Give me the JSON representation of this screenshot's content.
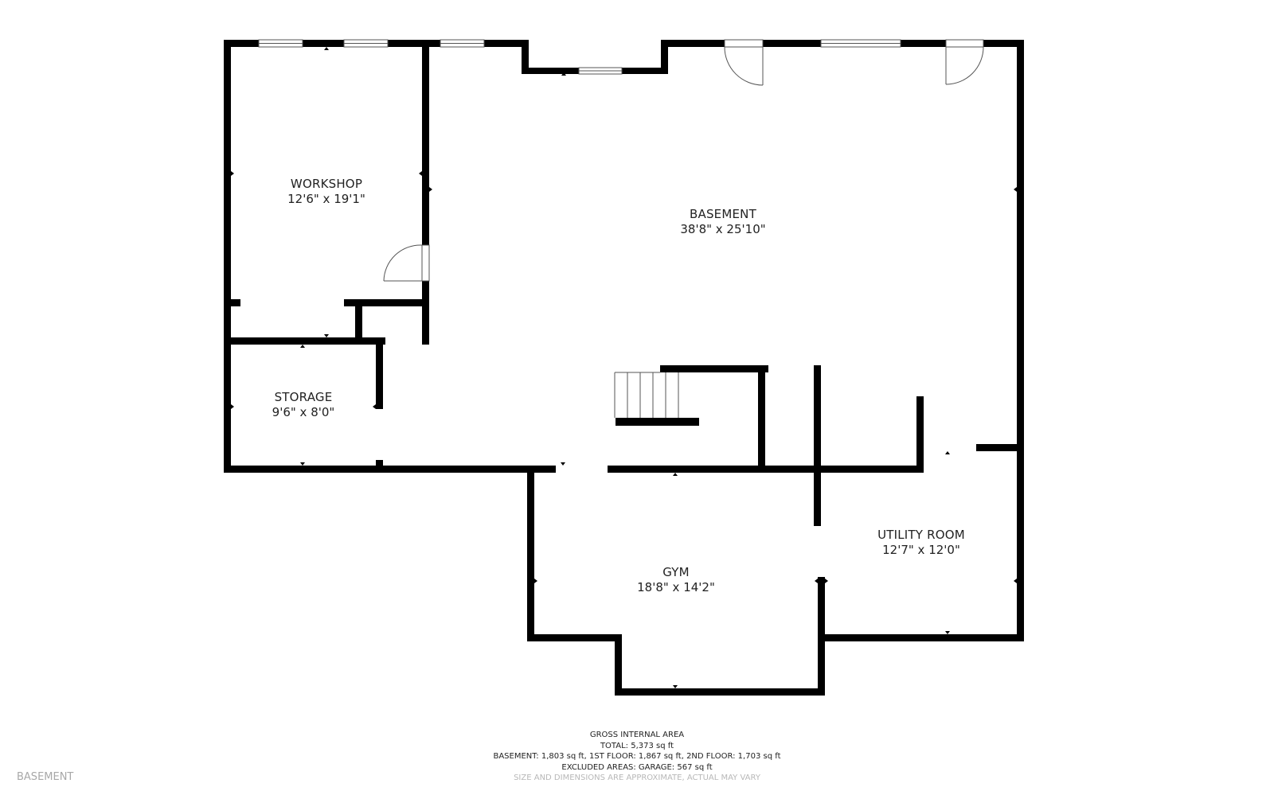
{
  "floor_name": "BASEMENT",
  "rooms": {
    "workshop": {
      "name": "WORKSHOP",
      "dims": "12'6\" x 19'1\""
    },
    "basement": {
      "name": "BASEMENT",
      "dims": "38'8\" x 25'10\""
    },
    "storage": {
      "name": "STORAGE",
      "dims": "9'6\" x 8'0\""
    },
    "gym": {
      "name": "GYM",
      "dims": "18'8\" x 14'2\""
    },
    "utility": {
      "name": "UTILITY ROOM",
      "dims": "12'7\" x 12'0\""
    }
  },
  "area_summary": {
    "heading": "GROSS INTERNAL AREA",
    "total": "TOTAL: 5,373 sq ft",
    "floors": "BASEMENT: 1,803 sq ft, 1ST FLOOR: 1,867 sq ft, 2ND FLOOR: 1,703 sq ft",
    "excluded": "EXCLUDED AREAS: GARAGE: 567 sq ft",
    "disclaimer": "SIZE AND DIMENSIONS ARE APPROXIMATE, ACTUAL MAY VARY"
  },
  "colors": {
    "wall": "#000000",
    "background": "#ffffff",
    "text": "#222222",
    "muted_text": "#b8b8b8"
  }
}
